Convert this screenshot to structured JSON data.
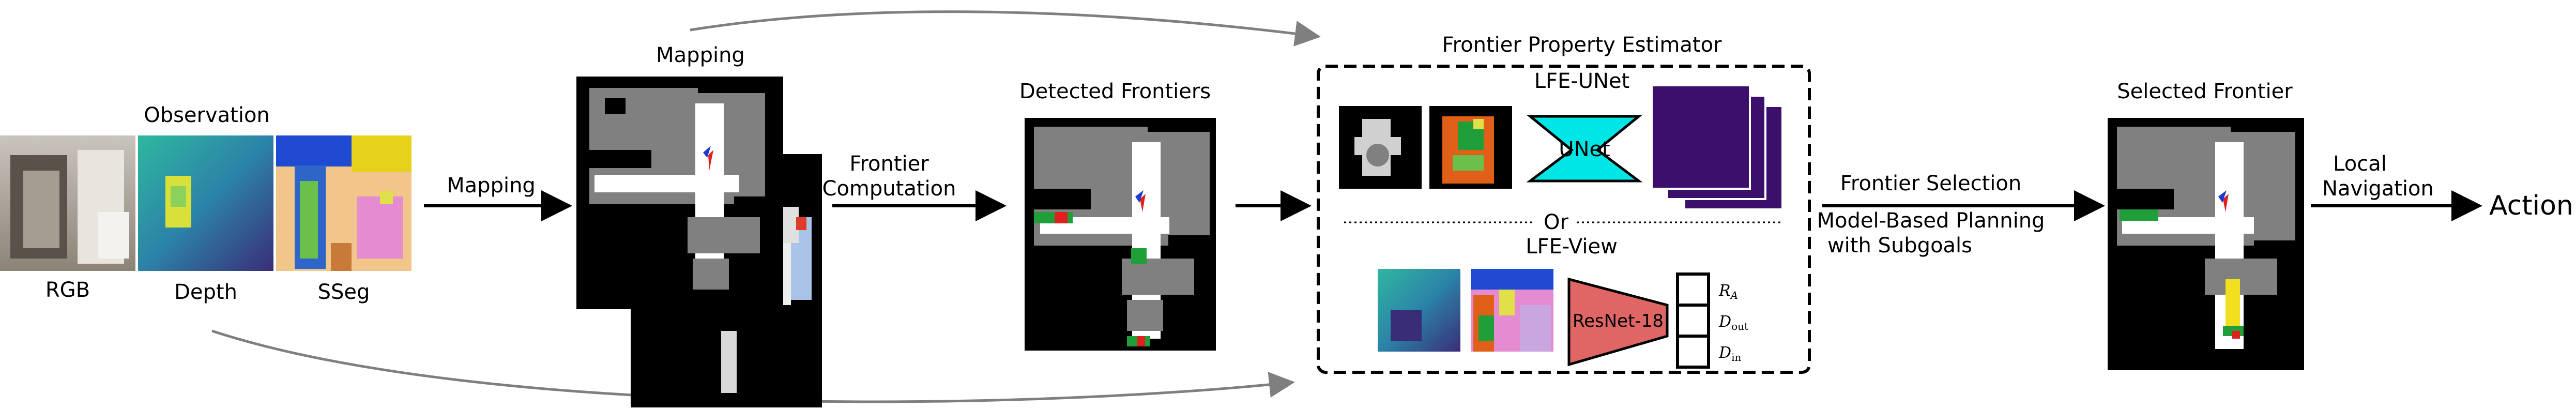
{
  "observation": {
    "title": "Observation",
    "labels": [
      "RGB",
      "Depth",
      "SSeg"
    ]
  },
  "mapping": {
    "arrow_label": "Mapping",
    "title": "Mapping"
  },
  "frontier_computation": {
    "label_line1": "Frontier",
    "label_line2": "Computation"
  },
  "detected": {
    "title": "Detected Frontiers"
  },
  "estimator": {
    "title": "Frontier Property Estimator",
    "unet_title": "LFE-UNet",
    "unet_block": "UNet",
    "or_label": "Or",
    "view_title": "LFE-View",
    "resnet_block": "ResNet-18",
    "outputs": [
      "R_A",
      "D_out",
      "D_in"
    ]
  },
  "selection": {
    "label_top": "Frontier Selection",
    "label_bottom_line1": "Model-Based Planning",
    "label_bottom_line2": "with Subgoals"
  },
  "selected": {
    "title": "Selected Frontier"
  },
  "navigation": {
    "label_line1": "Local",
    "label_line2": "Navigation",
    "final": "Action"
  },
  "colors": {
    "unet_cyan": "#00e5e5",
    "resnet_red": "#e06666",
    "map_gray": "#808080",
    "frontier_green": "#1f9e3a",
    "frontier_red": "#e0201e",
    "arrow_gray": "#7f7f7f",
    "pred_purple": "#3b0f6b"
  }
}
